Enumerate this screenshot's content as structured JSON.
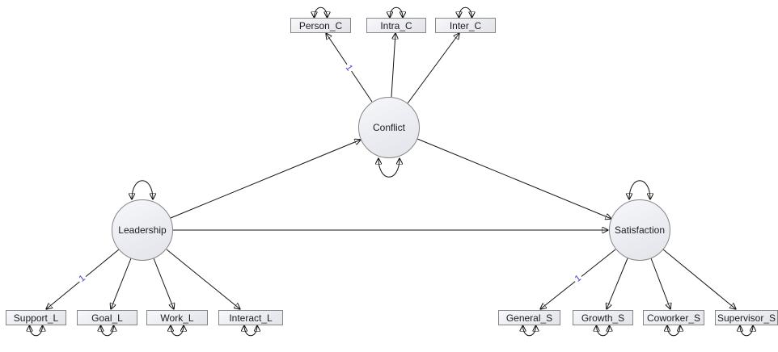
{
  "diagram_type": "structural-equation-model",
  "nodes": {
    "leadership": {
      "label": "Leadership",
      "shape": "ellipse"
    },
    "conflict": {
      "label": "Conflict",
      "shape": "ellipse"
    },
    "satisfaction": {
      "label": "Satisfaction",
      "shape": "ellipse"
    },
    "person_c": {
      "label": "Person_C",
      "shape": "rect"
    },
    "intra_c": {
      "label": "Intra_C",
      "shape": "rect"
    },
    "inter_c": {
      "label": "Inter_C",
      "shape": "rect"
    },
    "support_l": {
      "label": "Support_L",
      "shape": "rect"
    },
    "goal_l": {
      "label": "Goal_L",
      "shape": "rect"
    },
    "work_l": {
      "label": "Work_L",
      "shape": "rect"
    },
    "interact_l": {
      "label": "Interact_L",
      "shape": "rect"
    },
    "general_s": {
      "label": "General_S",
      "shape": "rect"
    },
    "growth_s": {
      "label": "Growth_S",
      "shape": "rect"
    },
    "coworker_s": {
      "label": "Coworker_S",
      "shape": "rect"
    },
    "supervisor_s": {
      "label": "Supervisor_S",
      "shape": "rect"
    }
  },
  "paths": [
    {
      "from": "Leadership",
      "to": "Conflict"
    },
    {
      "from": "Leadership",
      "to": "Satisfaction"
    },
    {
      "from": "Conflict",
      "to": "Satisfaction"
    },
    {
      "from": "Conflict",
      "to": "Person_C",
      "fixed": "1"
    },
    {
      "from": "Conflict",
      "to": "Intra_C"
    },
    {
      "from": "Conflict",
      "to": "Inter_C"
    },
    {
      "from": "Leadership",
      "to": "Support_L",
      "fixed": "1"
    },
    {
      "from": "Leadership",
      "to": "Goal_L"
    },
    {
      "from": "Leadership",
      "to": "Work_L"
    },
    {
      "from": "Leadership",
      "to": "Interact_L"
    },
    {
      "from": "Satisfaction",
      "to": "General_S",
      "fixed": "1"
    },
    {
      "from": "Satisfaction",
      "to": "Growth_S"
    },
    {
      "from": "Satisfaction",
      "to": "Coworker_S"
    },
    {
      "from": "Satisfaction",
      "to": "Supervisor_S"
    }
  ],
  "self_loop_nodes": [
    "Person_C",
    "Intra_C",
    "Inter_C",
    "Conflict",
    "Leadership",
    "Satisfaction",
    "Support_L",
    "Goal_L",
    "Work_L",
    "Interact_L",
    "General_S",
    "Growth_S",
    "Coworker_S",
    "Supervisor_S"
  ],
  "colors": {
    "background": "#ffffff",
    "node_fill_light": "#f7f8fb",
    "node_fill_dark": "#e2e4ea",
    "node_border": "#868686",
    "line": "#141414",
    "fixed_loading_text": "#3b3bd6"
  }
}
